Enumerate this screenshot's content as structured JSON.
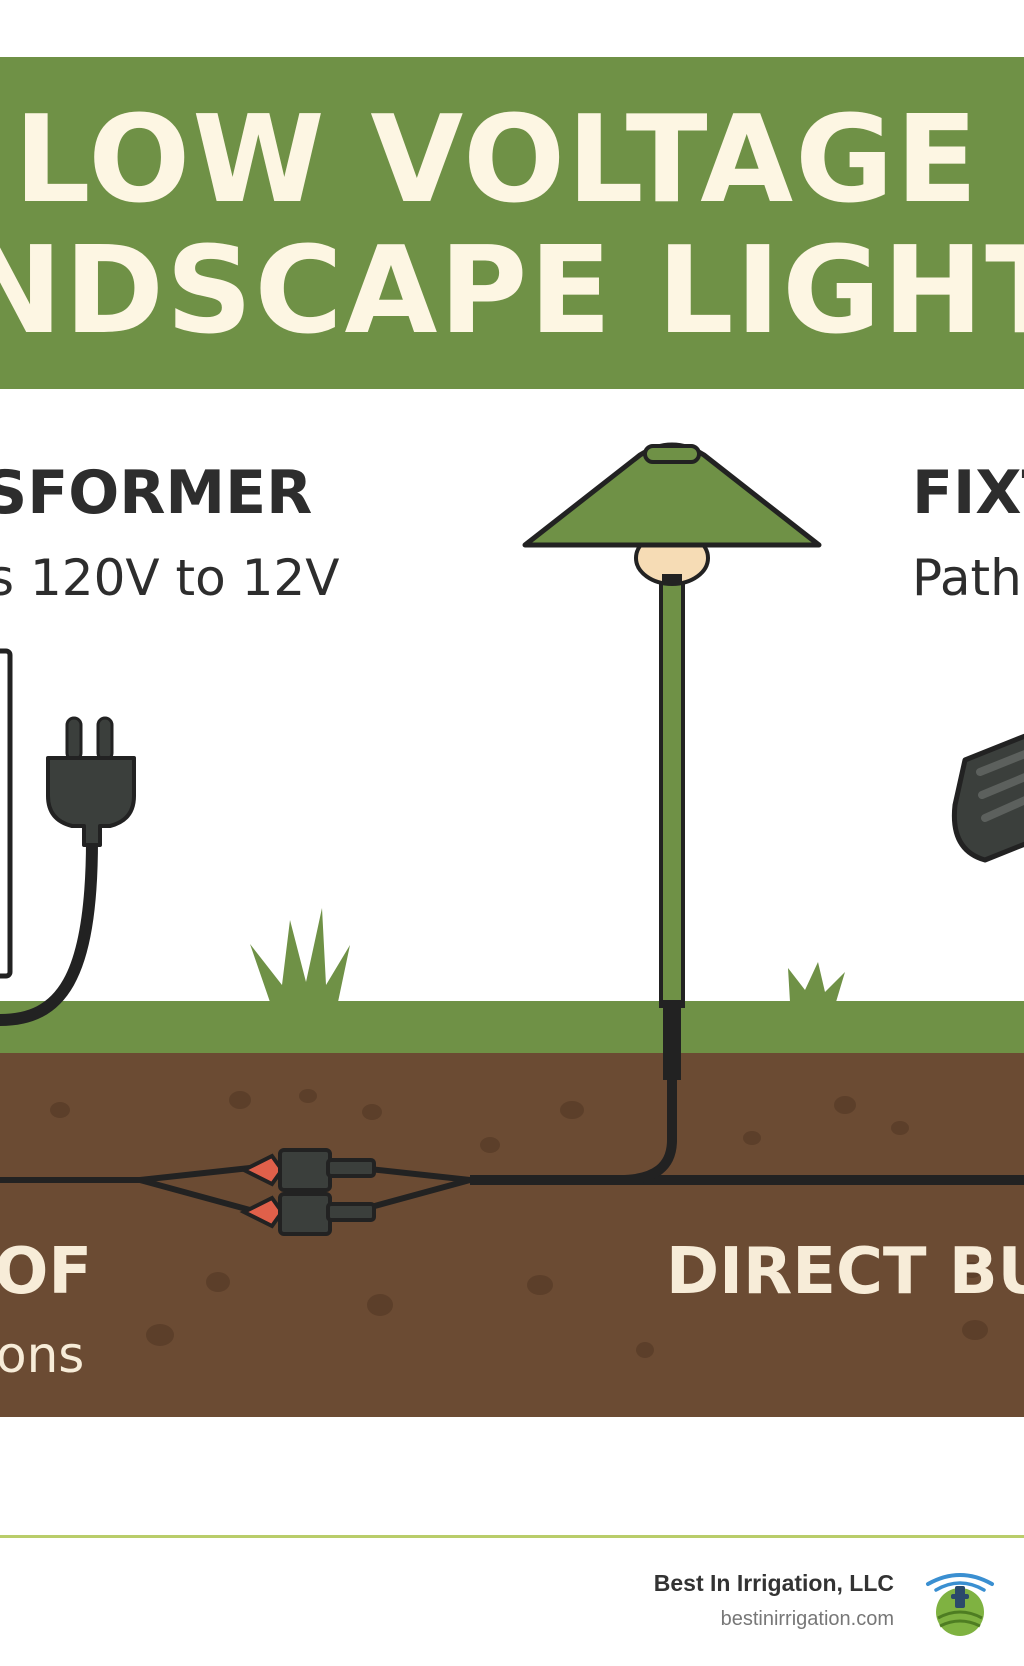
{
  "title": {
    "line1": "LOW VOLTAGE",
    "line2": "NDSCAPE LIGHTII"
  },
  "labels": {
    "transformer": {
      "heading": "SFORMER",
      "sub": "s 120V to 12V"
    },
    "fixtures": {
      "heading": "FIXT",
      "sub": "Path"
    },
    "waterproof": {
      "heading": "OF",
      "sub": "ons"
    },
    "direct_burial": {
      "heading": "DIRECT BU"
    }
  },
  "footer": {
    "company": "Best In Irrigation, LLC",
    "url": "bestinirrigation.com"
  },
  "colors": {
    "banner_green": "#6f9146",
    "grass_green": "#6f9146",
    "soil_brown": "#6b4b33",
    "cream_text": "#fdf6e3",
    "dark_text": "#2d2d2d",
    "cable": "#222222",
    "connector_red": "#e0604a",
    "footer_rule": "#b9cd6a"
  },
  "icons": {
    "plug": "power-plug-icon",
    "path_light": "path-light-icon",
    "spotlight": "spotlight-fixture-icon",
    "connector": "wire-connector-icon",
    "logo": "sprinkler-logo-icon"
  }
}
